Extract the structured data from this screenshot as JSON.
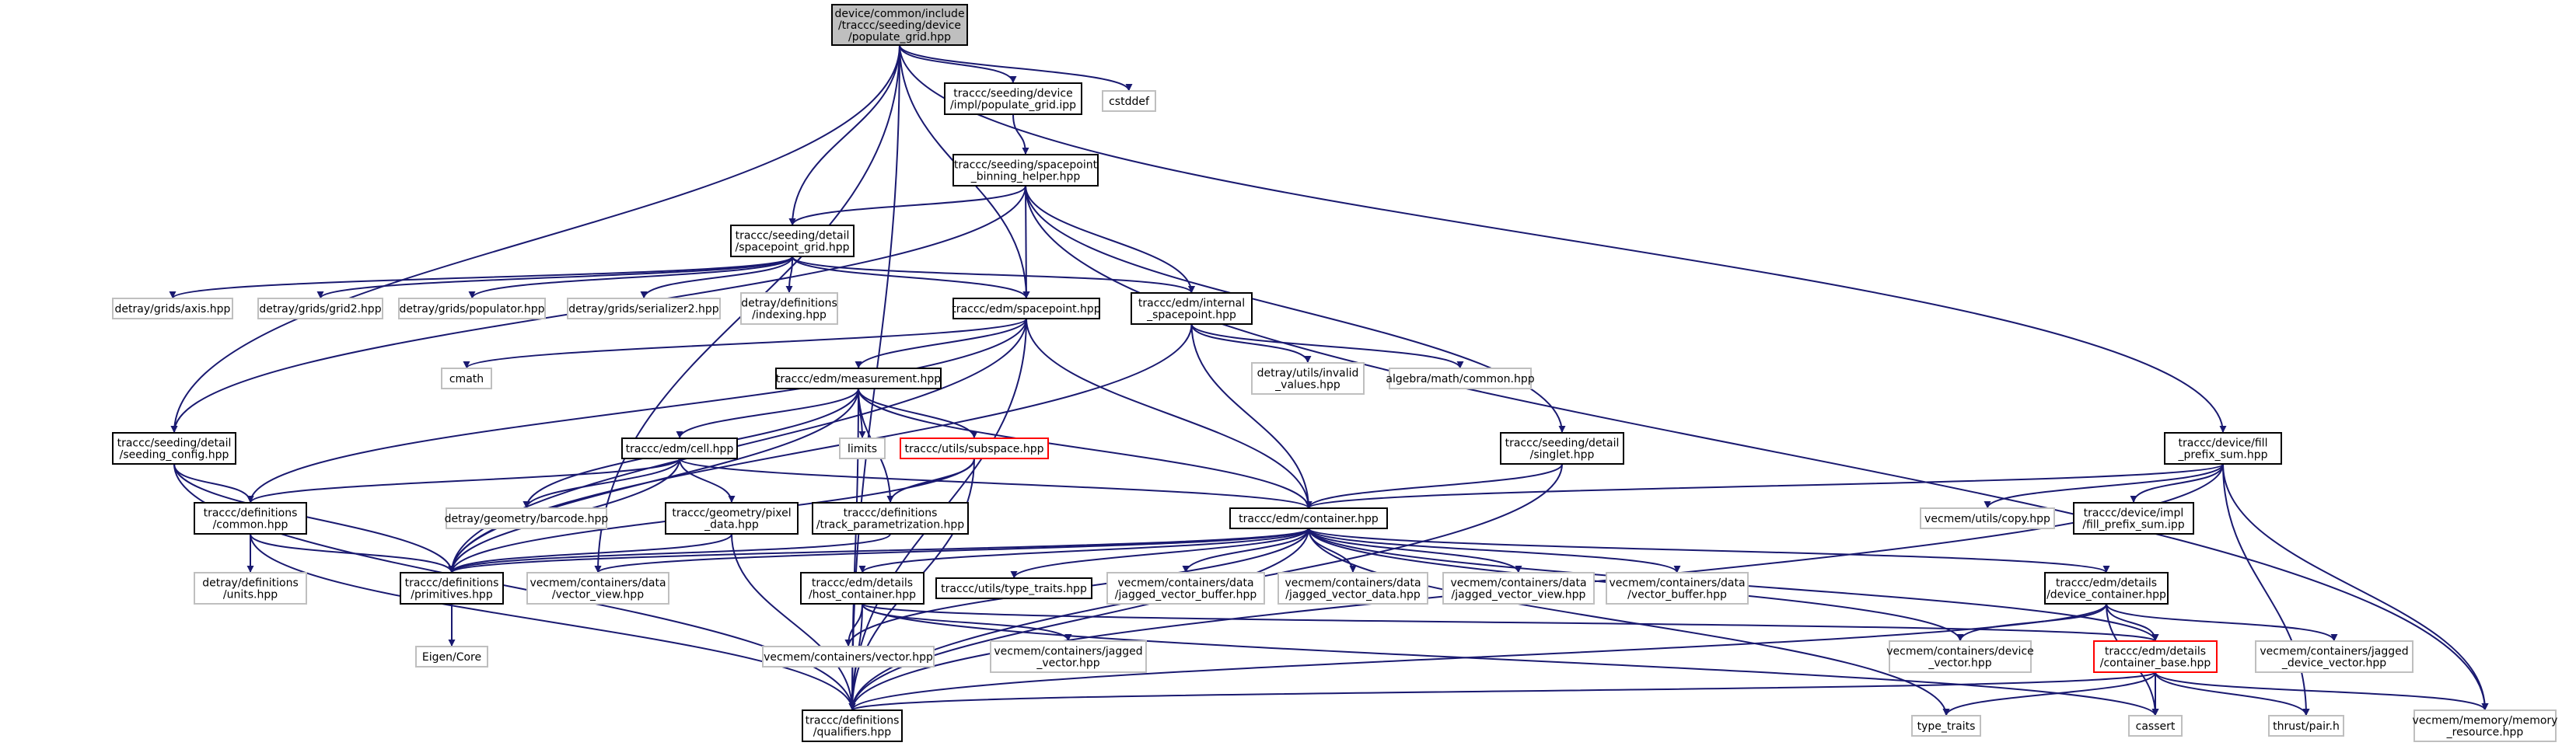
{
  "colors": {
    "background": "#ffffff",
    "edge": "#191970",
    "root_fill": "#bfbfbf",
    "border_internal": "#000000",
    "border_external": "#bfbfbf",
    "border_incomplete": "#ff0000"
  },
  "nodes": [
    {
      "id": "root",
      "lines": [
        "device/common/include",
        "/traccc/seeding/device",
        "/populate_grid.hpp"
      ],
      "kind": "root"
    },
    {
      "id": "populate_grid_ipp",
      "lines": [
        "traccc/seeding/device",
        "/impl/populate_grid.ipp"
      ],
      "kind": "internal"
    },
    {
      "id": "cstddef",
      "lines": [
        "cstddef"
      ],
      "kind": "external"
    },
    {
      "id": "binning_helper",
      "lines": [
        "traccc/seeding/spacepoint",
        "_binning_helper.hpp"
      ],
      "kind": "internal"
    },
    {
      "id": "spacepoint_grid",
      "lines": [
        "traccc/seeding/detail",
        "/spacepoint_grid.hpp"
      ],
      "kind": "internal"
    },
    {
      "id": "axis",
      "lines": [
        "detray/grids/axis.hpp"
      ],
      "kind": "external"
    },
    {
      "id": "grid2",
      "lines": [
        "detray/grids/grid2.hpp"
      ],
      "kind": "external"
    },
    {
      "id": "populator",
      "lines": [
        "detray/grids/populator.hpp"
      ],
      "kind": "external"
    },
    {
      "id": "serializer2",
      "lines": [
        "detray/grids/serializer2.hpp"
      ],
      "kind": "external"
    },
    {
      "id": "indexing",
      "lines": [
        "detray/definitions",
        "/indexing.hpp"
      ],
      "kind": "external"
    },
    {
      "id": "edm_spacepoint",
      "lines": [
        "traccc/edm/spacepoint.hpp"
      ],
      "kind": "internal"
    },
    {
      "id": "internal_spacepoint",
      "lines": [
        "traccc/edm/internal",
        "_spacepoint.hpp"
      ],
      "kind": "internal"
    },
    {
      "id": "cmath",
      "lines": [
        "cmath"
      ],
      "kind": "external"
    },
    {
      "id": "measurement",
      "lines": [
        "traccc/edm/measurement.hpp"
      ],
      "kind": "internal"
    },
    {
      "id": "invalid_values",
      "lines": [
        "detray/utils/invalid",
        "_values.hpp"
      ],
      "kind": "external"
    },
    {
      "id": "algebra_common",
      "lines": [
        "algebra/math/common.hpp"
      ],
      "kind": "external"
    },
    {
      "id": "seeding_config",
      "lines": [
        "traccc/seeding/detail",
        "/seeding_config.hpp"
      ],
      "kind": "internal"
    },
    {
      "id": "limits",
      "lines": [
        "limits"
      ],
      "kind": "external"
    },
    {
      "id": "cell",
      "lines": [
        "traccc/edm/cell.hpp"
      ],
      "kind": "internal"
    },
    {
      "id": "subspace",
      "lines": [
        "traccc/utils/subspace.hpp"
      ],
      "kind": "red"
    },
    {
      "id": "singlet",
      "lines": [
        "traccc/seeding/detail",
        "/singlet.hpp"
      ],
      "kind": "internal"
    },
    {
      "id": "fill_prefix_sum",
      "lines": [
        "traccc/device/fill",
        "_prefix_sum.hpp"
      ],
      "kind": "internal"
    },
    {
      "id": "defs_common",
      "lines": [
        "traccc/definitions",
        "/common.hpp"
      ],
      "kind": "internal"
    },
    {
      "id": "barcode",
      "lines": [
        "detray/geometry/barcode.hpp"
      ],
      "kind": "external"
    },
    {
      "id": "pixel_data",
      "lines": [
        "traccc/geometry/pixel",
        "_data.hpp"
      ],
      "kind": "internal"
    },
    {
      "id": "track_param",
      "lines": [
        "traccc/definitions",
        "/track_parametrization.hpp"
      ],
      "kind": "internal"
    },
    {
      "id": "container",
      "lines": [
        "traccc/edm/container.hpp"
      ],
      "kind": "internal"
    },
    {
      "id": "vecmem_copy",
      "lines": [
        "vecmem/utils/copy.hpp"
      ],
      "kind": "external"
    },
    {
      "id": "fill_prefix_sum_ipp",
      "lines": [
        "traccc/device/impl",
        "/fill_prefix_sum.ipp"
      ],
      "kind": "internal"
    },
    {
      "id": "units",
      "lines": [
        "detray/definitions",
        "/units.hpp"
      ],
      "kind": "external"
    },
    {
      "id": "primitives",
      "lines": [
        "traccc/definitions",
        "/primitives.hpp"
      ],
      "kind": "internal"
    },
    {
      "id": "data_vector_view",
      "lines": [
        "vecmem/containers/data",
        "/vector_view.hpp"
      ],
      "kind": "external"
    },
    {
      "id": "host_container",
      "lines": [
        "traccc/edm/details",
        "/host_container.hpp"
      ],
      "kind": "internal"
    },
    {
      "id": "type_traits_hpp",
      "lines": [
        "traccc/utils/type_traits.hpp"
      ],
      "kind": "internal"
    },
    {
      "id": "jagged_vector_buffer",
      "lines": [
        "vecmem/containers/data",
        "/jagged_vector_buffer.hpp"
      ],
      "kind": "external"
    },
    {
      "id": "jagged_vector_data",
      "lines": [
        "vecmem/containers/data",
        "/jagged_vector_data.hpp"
      ],
      "kind": "external"
    },
    {
      "id": "jagged_vector_view",
      "lines": [
        "vecmem/containers/data",
        "/jagged_vector_view.hpp"
      ],
      "kind": "external"
    },
    {
      "id": "vector_buffer",
      "lines": [
        "vecmem/containers/data",
        "/vector_buffer.hpp"
      ],
      "kind": "external"
    },
    {
      "id": "device_container",
      "lines": [
        "traccc/edm/details",
        "/device_container.hpp"
      ],
      "kind": "internal"
    },
    {
      "id": "eigen_core",
      "lines": [
        "Eigen/Core"
      ],
      "kind": "external"
    },
    {
      "id": "vecmem_vector",
      "lines": [
        "vecmem/containers/vector.hpp"
      ],
      "kind": "external"
    },
    {
      "id": "jagged_vector",
      "lines": [
        "vecmem/containers/jagged",
        "_vector.hpp"
      ],
      "kind": "external"
    },
    {
      "id": "device_vector",
      "lines": [
        "vecmem/containers/device",
        "_vector.hpp"
      ],
      "kind": "external"
    },
    {
      "id": "container_base",
      "lines": [
        "traccc/edm/details",
        "/container_base.hpp"
      ],
      "kind": "red"
    },
    {
      "id": "jagged_device_vector",
      "lines": [
        "vecmem/containers/jagged",
        "_device_vector.hpp"
      ],
      "kind": "external"
    },
    {
      "id": "qualifiers",
      "lines": [
        "traccc/definitions",
        "/qualifiers.hpp"
      ],
      "kind": "internal"
    },
    {
      "id": "type_traits",
      "lines": [
        "type_traits"
      ],
      "kind": "external"
    },
    {
      "id": "cassert",
      "lines": [
        "cassert"
      ],
      "kind": "external"
    },
    {
      "id": "thrust_pair",
      "lines": [
        "thrust/pair.h"
      ],
      "kind": "external"
    },
    {
      "id": "memory_resource",
      "lines": [
        "vecmem/memory/memory",
        "_resource.hpp"
      ],
      "kind": "external"
    }
  ],
  "edges": [
    [
      "root",
      "populate_grid_ipp"
    ],
    [
      "root",
      "cstddef"
    ],
    [
      "root",
      "spacepoint_grid"
    ],
    [
      "root",
      "edm_spacepoint"
    ],
    [
      "root",
      "seeding_config"
    ],
    [
      "root",
      "qualifiers"
    ],
    [
      "root",
      "fill_prefix_sum"
    ],
    [
      "root",
      "data_vector_view"
    ],
    [
      "populate_grid_ipp",
      "binning_helper"
    ],
    [
      "binning_helper",
      "spacepoint_grid"
    ],
    [
      "binning_helper",
      "edm_spacepoint"
    ],
    [
      "binning_helper",
      "internal_spacepoint"
    ],
    [
      "binning_helper",
      "seeding_config"
    ],
    [
      "binning_helper",
      "singlet"
    ],
    [
      "binning_helper",
      "memory_resource"
    ],
    [
      "spacepoint_grid",
      "axis"
    ],
    [
      "spacepoint_grid",
      "grid2"
    ],
    [
      "spacepoint_grid",
      "populator"
    ],
    [
      "spacepoint_grid",
      "serializer2"
    ],
    [
      "spacepoint_grid",
      "indexing"
    ],
    [
      "spacepoint_grid",
      "edm_spacepoint"
    ],
    [
      "spacepoint_grid",
      "internal_spacepoint"
    ],
    [
      "edm_spacepoint",
      "cmath"
    ],
    [
      "edm_spacepoint",
      "measurement"
    ],
    [
      "edm_spacepoint",
      "container"
    ],
    [
      "edm_spacepoint",
      "primitives"
    ],
    [
      "edm_spacepoint",
      "defs_common"
    ],
    [
      "edm_spacepoint",
      "qualifiers"
    ],
    [
      "internal_spacepoint",
      "invalid_values"
    ],
    [
      "internal_spacepoint",
      "algebra_common"
    ],
    [
      "internal_spacepoint",
      "container"
    ],
    [
      "internal_spacepoint",
      "primitives"
    ],
    [
      "measurement",
      "limits"
    ],
    [
      "measurement",
      "cell"
    ],
    [
      "measurement",
      "subspace"
    ],
    [
      "measurement",
      "track_param"
    ],
    [
      "measurement",
      "barcode"
    ],
    [
      "measurement",
      "container"
    ],
    [
      "measurement",
      "primitives"
    ],
    [
      "measurement",
      "qualifiers"
    ],
    [
      "seeding_config",
      "defs_common"
    ],
    [
      "seeding_config",
      "primitives"
    ],
    [
      "seeding_config",
      "qualifiers"
    ],
    [
      "cell",
      "defs_common"
    ],
    [
      "cell",
      "barcode"
    ],
    [
      "cell",
      "pixel_data"
    ],
    [
      "cell",
      "container"
    ],
    [
      "cell",
      "primitives"
    ],
    [
      "subspace",
      "track_param"
    ],
    [
      "subspace",
      "primitives"
    ],
    [
      "subspace",
      "qualifiers"
    ],
    [
      "singlet",
      "container"
    ],
    [
      "singlet",
      "qualifiers"
    ],
    [
      "fill_prefix_sum",
      "vecmem_copy"
    ],
    [
      "fill_prefix_sum",
      "fill_prefix_sum_ipp"
    ],
    [
      "fill_prefix_sum",
      "container"
    ],
    [
      "fill_prefix_sum",
      "qualifiers"
    ],
    [
      "fill_prefix_sum",
      "thrust_pair"
    ],
    [
      "fill_prefix_sum",
      "memory_resource"
    ],
    [
      "defs_common",
      "units"
    ],
    [
      "defs_common",
      "primitives"
    ],
    [
      "defs_common",
      "qualifiers"
    ],
    [
      "pixel_data",
      "primitives"
    ],
    [
      "pixel_data",
      "qualifiers"
    ],
    [
      "track_param",
      "primitives"
    ],
    [
      "container",
      "primitives"
    ],
    [
      "container",
      "data_vector_view"
    ],
    [
      "container",
      "host_container"
    ],
    [
      "container",
      "type_traits_hpp"
    ],
    [
      "container",
      "jagged_vector_buffer"
    ],
    [
      "container",
      "jagged_vector_data"
    ],
    [
      "container",
      "jagged_vector_view"
    ],
    [
      "container",
      "vector_buffer"
    ],
    [
      "container",
      "device_container"
    ],
    [
      "container",
      "qualifiers"
    ],
    [
      "container",
      "type_traits"
    ],
    [
      "container",
      "container_base"
    ],
    [
      "container",
      "device_vector"
    ],
    [
      "container",
      "vecmem_vector"
    ],
    [
      "primitives",
      "eigen_core"
    ],
    [
      "host_container",
      "vecmem_vector"
    ],
    [
      "host_container",
      "jagged_vector"
    ],
    [
      "host_container",
      "qualifiers"
    ],
    [
      "host_container",
      "container_base"
    ],
    [
      "host_container",
      "cassert"
    ],
    [
      "device_container",
      "device_vector"
    ],
    [
      "device_container",
      "jagged_device_vector"
    ],
    [
      "device_container",
      "container_base"
    ],
    [
      "device_container",
      "qualifiers"
    ],
    [
      "device_container",
      "cassert"
    ],
    [
      "container_base",
      "qualifiers"
    ],
    [
      "container_base",
      "type_traits"
    ],
    [
      "container_base",
      "cassert"
    ],
    [
      "container_base",
      "thrust_pair"
    ],
    [
      "container_base",
      "memory_resource"
    ]
  ]
}
